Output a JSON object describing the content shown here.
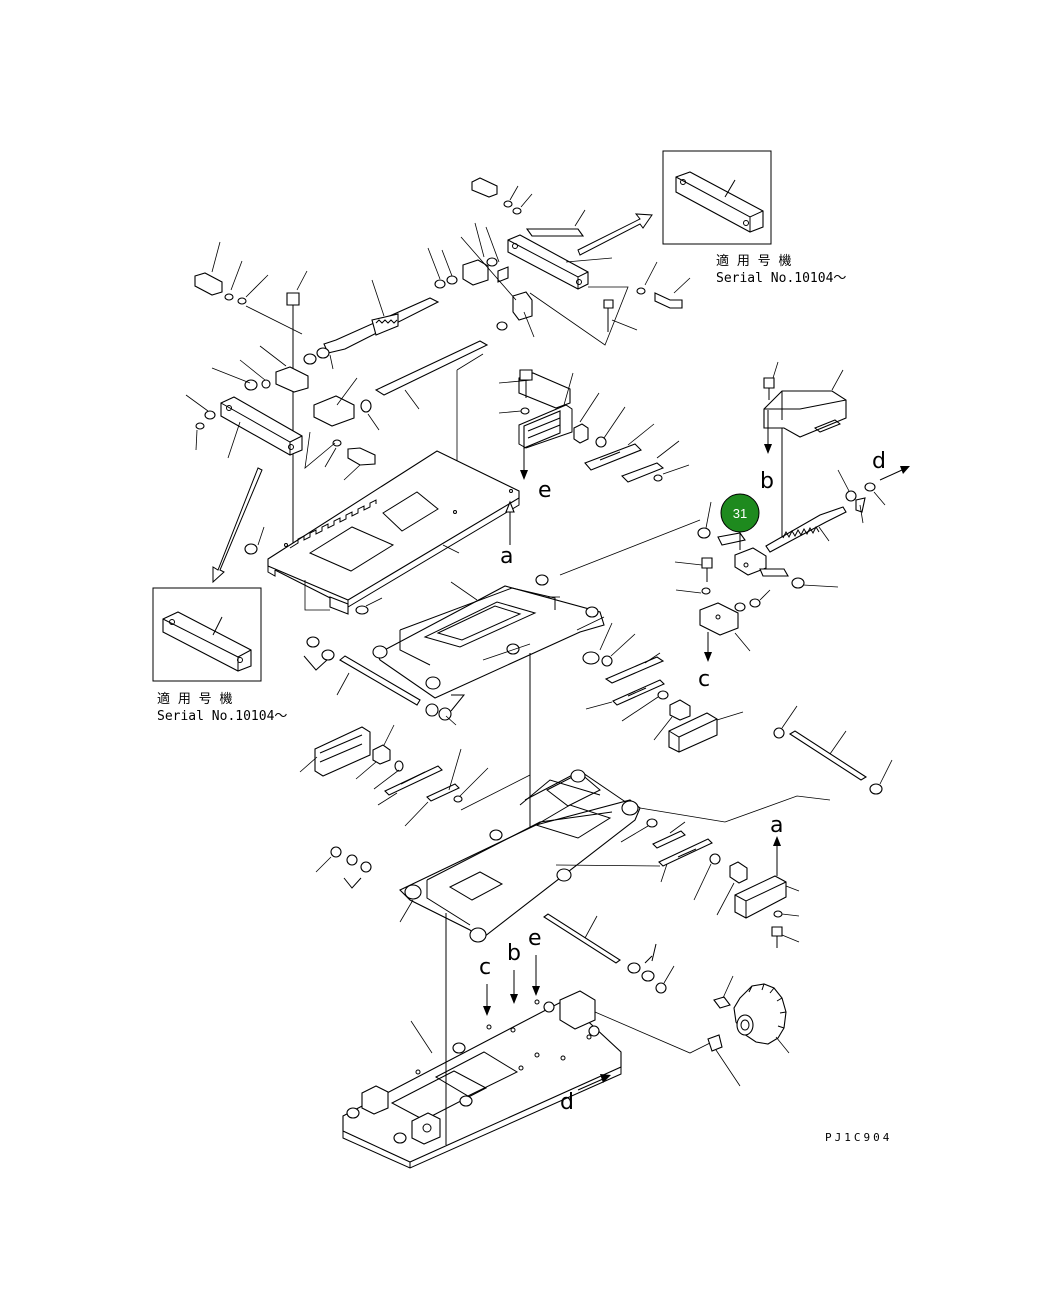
{
  "diagram": {
    "drawing_code": "PJ1C904",
    "callout": {
      "number": "31",
      "color": "#1e8a1e"
    },
    "inset_notes": [
      {
        "line1": "適 用 号 機",
        "line2": "Serial No.10104～"
      },
      {
        "line1": "適 用 号 機",
        "line2": "Serial No.10104～"
      }
    ],
    "reference_letters": {
      "a": "a",
      "b": "b",
      "c": "c",
      "d": "d",
      "e": "e"
    }
  }
}
